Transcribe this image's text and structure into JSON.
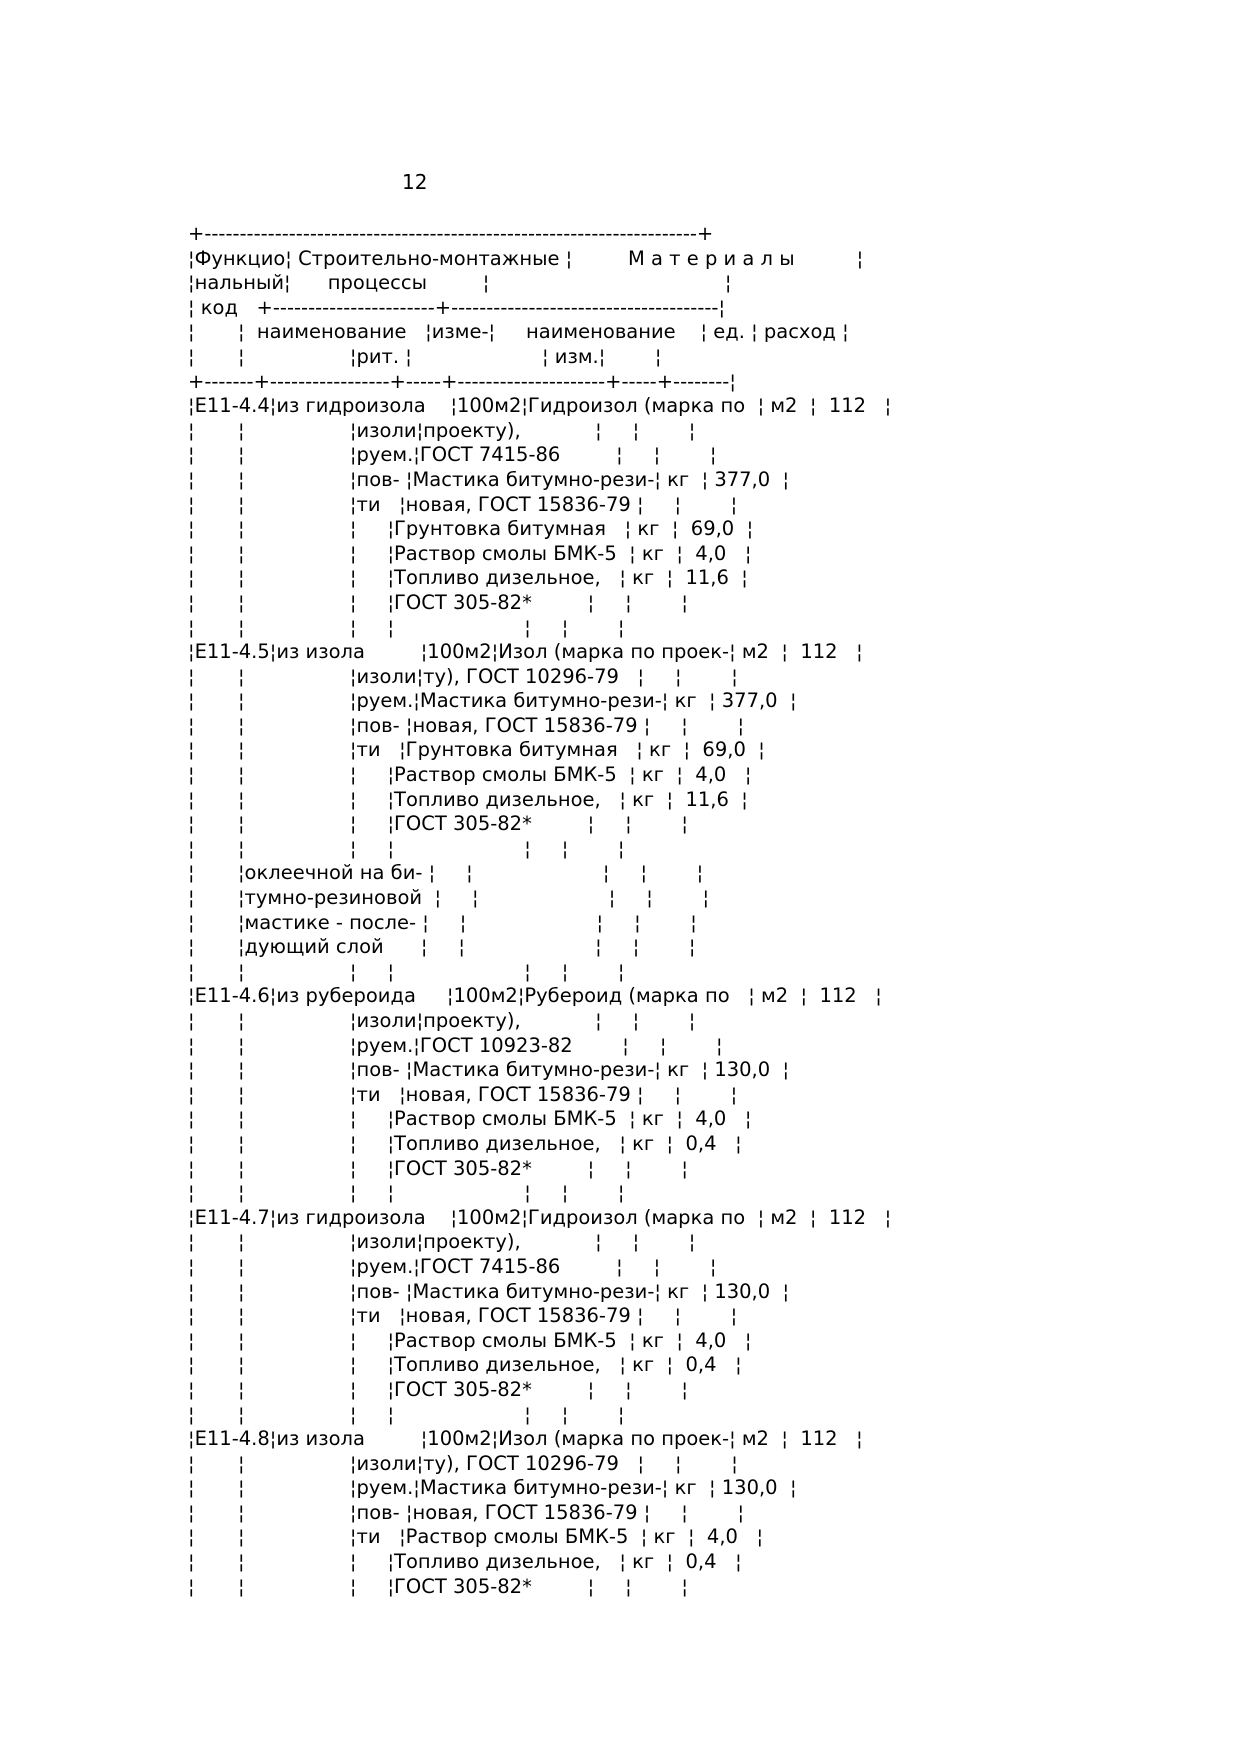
{
  "page": {
    "number": "12"
  },
  "lines": [
    "+----------------------------------------------------------------------+",
    "¦Функцио¦ Строительно-монтажные ¦         М а т е р и а л ы          ¦",
    "¦нальный¦      процессы         ¦                                      ¦",
    "¦ код   +-----------------------+--------------------------------------¦",
    "¦       ¦  наименование   ¦изме-¦     наименование    ¦ ед. ¦ расход ¦",
    "¦       ¦                 ¦рит. ¦                     ¦ изм.¦        ¦",
    "+-------+-----------------+-----+---------------------+-----+--------¦",
    "¦Е11-4.4¦из гидроизола    ¦100м2¦Гидроизол (марка по  ¦ м2  ¦  112   ¦",
    "¦       ¦                 ¦изоли¦проекту),            ¦     ¦        ¦",
    "¦       ¦                 ¦руем.¦ГОСТ 7415-86         ¦     ¦        ¦",
    "¦       ¦                 ¦пов- ¦Мастика битумно-рези-¦ кг  ¦ 377,0  ¦",
    "¦       ¦                 ¦ти   ¦новая, ГОСТ 15836-79 ¦     ¦        ¦",
    "¦       ¦                 ¦     ¦Грунтовка битумная   ¦ кг  ¦  69,0  ¦",
    "¦       ¦                 ¦     ¦Раствор смолы БМК-5  ¦ кг  ¦  4,0   ¦",
    "¦       ¦                 ¦     ¦Топливо дизельное,   ¦ кг  ¦  11,6  ¦",
    "¦       ¦                 ¦     ¦ГОСТ 305-82*         ¦     ¦        ¦",
    "¦       ¦                 ¦     ¦                     ¦     ¦        ¦",
    "¦Е11-4.5¦из изола         ¦100м2¦Изол (марка по проек-¦ м2  ¦  112   ¦",
    "¦       ¦                 ¦изоли¦ту), ГОСТ 10296-79   ¦     ¦        ¦",
    "¦       ¦                 ¦руем.¦Мастика битумно-рези-¦ кг  ¦ 377,0  ¦",
    "¦       ¦                 ¦пов- ¦новая, ГОСТ 15836-79 ¦     ¦        ¦",
    "¦       ¦                 ¦ти   ¦Грунтовка битумная   ¦ кг  ¦  69,0  ¦",
    "¦       ¦                 ¦     ¦Раствор смолы БМК-5  ¦ кг  ¦  4,0   ¦",
    "¦       ¦                 ¦     ¦Топливо дизельное,   ¦ кг  ¦  11,6  ¦",
    "¦       ¦                 ¦     ¦ГОСТ 305-82*         ¦     ¦        ¦",
    "¦       ¦                 ¦     ¦                     ¦     ¦        ¦",
    "¦       ¦оклеечной на би- ¦     ¦                     ¦     ¦        ¦",
    "¦       ¦тумно-резиновой  ¦     ¦                     ¦     ¦        ¦",
    "¦       ¦мастике - после- ¦     ¦                     ¦     ¦        ¦",
    "¦       ¦дующий слой      ¦     ¦                     ¦     ¦        ¦",
    "¦       ¦                 ¦     ¦                     ¦     ¦        ¦",
    "¦Е11-4.6¦из рубероида     ¦100м2¦Рубероид (марка по   ¦ м2  ¦  112   ¦",
    "¦       ¦                 ¦изоли¦проекту),            ¦     ¦        ¦",
    "¦       ¦                 ¦руем.¦ГОСТ 10923-82        ¦     ¦        ¦",
    "¦       ¦                 ¦пов- ¦Мастика битумно-рези-¦ кг  ¦ 130,0  ¦",
    "¦       ¦                 ¦ти   ¦новая, ГОСТ 15836-79 ¦     ¦        ¦",
    "¦       ¦                 ¦     ¦Раствор смолы БМК-5  ¦ кг  ¦  4,0   ¦",
    "¦       ¦                 ¦     ¦Топливо дизельное,   ¦ кг  ¦  0,4   ¦",
    "¦       ¦                 ¦     ¦ГОСТ 305-82*         ¦     ¦        ¦",
    "¦       ¦                 ¦     ¦                     ¦     ¦        ¦",
    "¦Е11-4.7¦из гидроизола    ¦100м2¦Гидроизол (марка по  ¦ м2  ¦  112   ¦",
    "¦       ¦                 ¦изоли¦проекту),            ¦     ¦        ¦",
    "¦       ¦                 ¦руем.¦ГОСТ 7415-86         ¦     ¦        ¦",
    "¦       ¦                 ¦пов- ¦Мастика битумно-рези-¦ кг  ¦ 130,0  ¦",
    "¦       ¦                 ¦ти   ¦новая, ГОСТ 15836-79 ¦     ¦        ¦",
    "¦       ¦                 ¦     ¦Раствор смолы БМК-5  ¦ кг  ¦  4,0   ¦",
    "¦       ¦                 ¦     ¦Топливо дизельное,   ¦ кг  ¦  0,4   ¦",
    "¦       ¦                 ¦     ¦ГОСТ 305-82*         ¦     ¦        ¦",
    "¦       ¦                 ¦     ¦                     ¦     ¦        ¦",
    "¦Е11-4.8¦из изола         ¦100м2¦Изол (марка по проек-¦ м2  ¦  112   ¦",
    "¦       ¦                 ¦изоли¦ту), ГОСТ 10296-79   ¦     ¦        ¦",
    "¦       ¦                 ¦руем.¦Мастика битумно-рези-¦ кг  ¦ 130,0  ¦",
    "¦       ¦                 ¦пов- ¦новая, ГОСТ 15836-79 ¦     ¦        ¦",
    "¦       ¦                 ¦ти   ¦Раствор смолы БМК-5  ¦ кг  ¦  4,0   ¦",
    "¦       ¦                 ¦     ¦Топливо дизельное,   ¦ кг  ¦  0,4   ¦",
    "¦       ¦                 ¦     ¦ГОСТ 305-82*         ¦     ¦        ¦"
  ]
}
